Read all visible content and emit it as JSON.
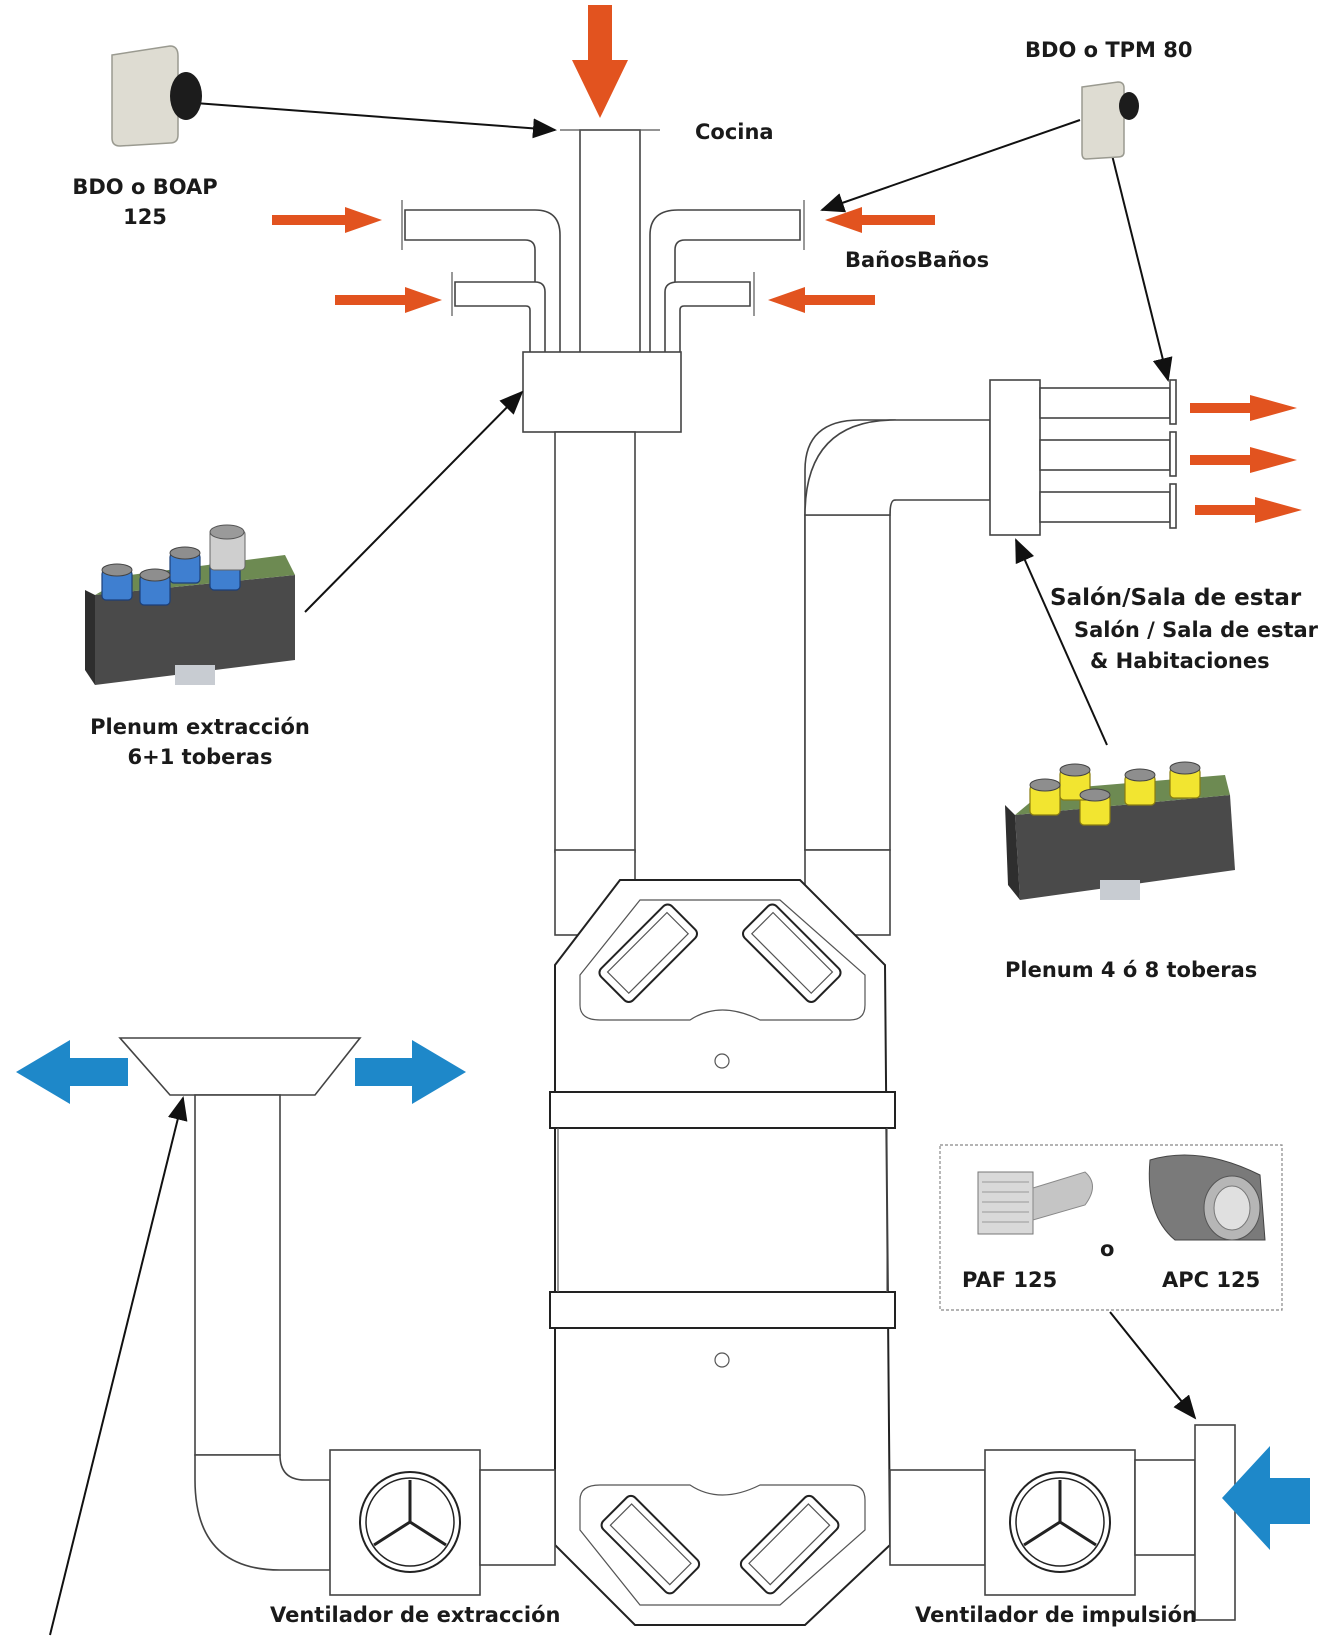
{
  "labels": {
    "bdo_boap_line1": "BDO o BOAP",
    "bdo_boap_line2": "125",
    "cocina": "Cocina",
    "bdo_tpm": "BDO o TPM 80",
    "banos": "BañosBaños",
    "salon_1": "Salón/Sala de estar",
    "salon_2": "Salón / Sala de estar",
    "salon_3": "& Habitaciones",
    "plenum_ext_1": "Plenum extracción",
    "plenum_ext_2": "6+1 toberas",
    "plenum_4_8": "Plenum 4 ó 8 toberas",
    "paf": "PAF 125",
    "o": "o",
    "apc": "APC 125",
    "fan_ext": "Ventilador de extracción",
    "fan_imp": "Ventilador de impulsión"
  },
  "colors": {
    "extract_arrow": "#e2531f",
    "supply_arrow": "#1e88c9",
    "plenum_blue": "#3f7fd0",
    "plenum_yellow": "#f2e530",
    "plenum_body": "#4a4a4a",
    "line": "#222222"
  },
  "icons": [
    "wall-vent-icon",
    "fan-icon",
    "plenum-box-icon",
    "louvre-grille-icon",
    "weather-cowl-icon"
  ]
}
